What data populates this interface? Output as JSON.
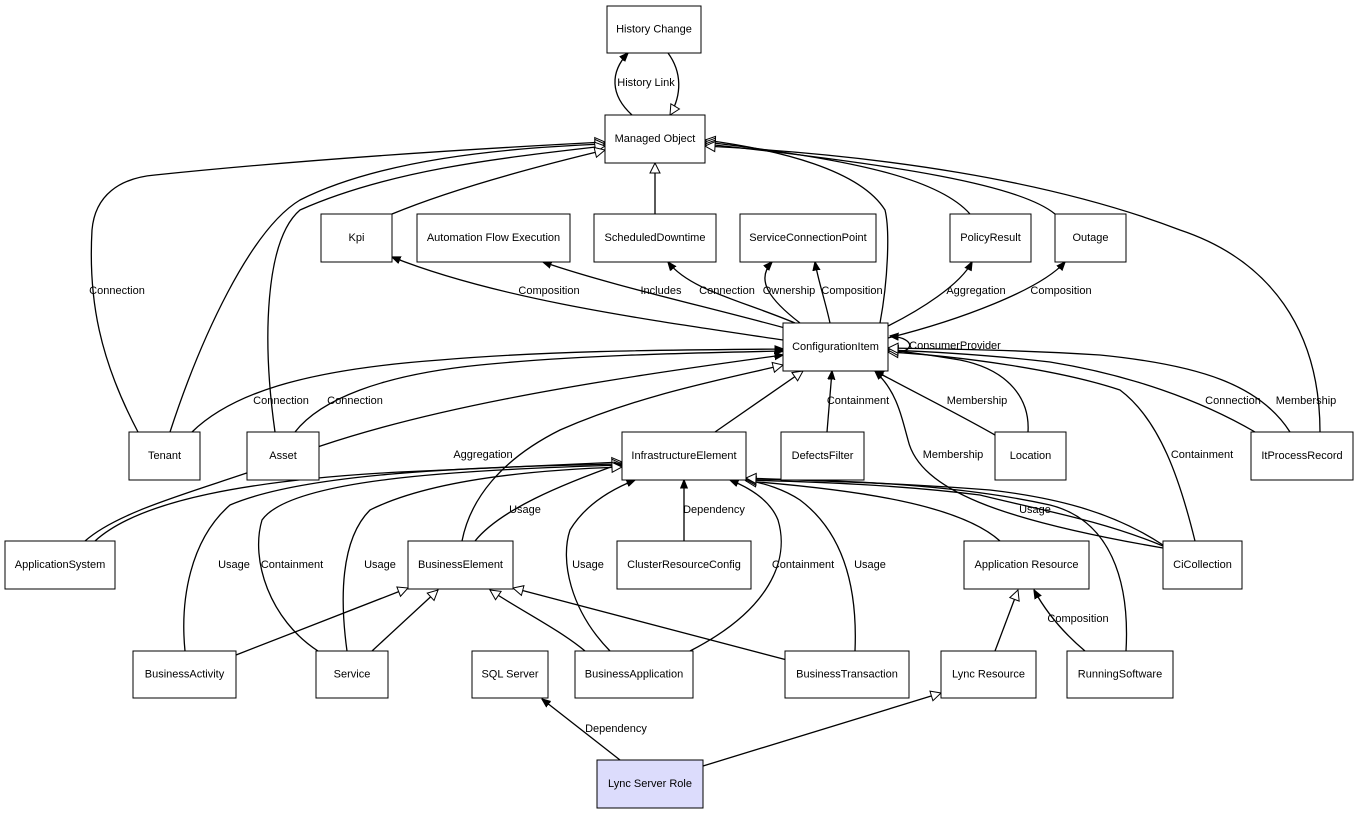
{
  "nodes": {
    "history_change": "History Change",
    "managed_object": "Managed Object",
    "kpi": "Kpi",
    "automation_flow_execution": "Automation Flow Execution",
    "scheduled_downtime": "ScheduledDowntime",
    "service_connection_point": "ServiceConnectionPoint",
    "policy_result": "PolicyResult",
    "outage": "Outage",
    "configuration_item": "ConfigurationItem",
    "tenant": "Tenant",
    "asset": "Asset",
    "infrastructure_element": "InfrastructureElement",
    "defects_filter": "DefectsFilter",
    "location": "Location",
    "it_process_record": "ItProcessRecord",
    "application_system": "ApplicationSystem",
    "business_element": "BusinessElement",
    "cluster_resource_config": "ClusterResourceConfig",
    "application_resource": "Application Resource",
    "ci_collection": "CiCollection",
    "business_activity": "BusinessActivity",
    "service": "Service",
    "sql_server": "SQL Server",
    "business_application": "BusinessApplication",
    "business_transaction": "BusinessTransaction",
    "lync_resource": "Lync Resource",
    "running_software": "RunningSoftware",
    "lync_server_role": "Lync Server Role"
  },
  "edge_labels": {
    "history_link": "History Link",
    "connection_tenant_mo": "Connection",
    "composition_kpi": "Composition",
    "includes": "Includes",
    "connection_sd": "Connection",
    "ownership": "Ownership",
    "composition_scp": "Composition",
    "aggregation_pr": "Aggregation",
    "composition_outage": "Composition",
    "consumer_provider": "ConsumerProvider",
    "connection_tenant_ci": "Connection",
    "connection_asset_ci": "Connection",
    "containment_df": "Containment",
    "membership_location": "Membership",
    "connection_itpr": "Connection",
    "membership_itpr": "Membership",
    "aggregation_appsys": "Aggregation",
    "membership_cicoll": "Membership",
    "containment_cicoll": "Containment",
    "usage_be": "Usage",
    "dependency_crc": "Dependency",
    "usage_cicoll": "Usage",
    "usage_ba": "Usage",
    "containment_service": "Containment",
    "usage_service": "Usage",
    "usage_bapp": "Usage",
    "containment_bapp": "Containment",
    "usage_bt": "Usage",
    "composition_rs": "Composition",
    "dependency_lsr": "Dependency"
  },
  "colors": {
    "highlight_fill": "#dcdcfc",
    "node_fill": "#ffffff",
    "stroke": "#000000"
  }
}
